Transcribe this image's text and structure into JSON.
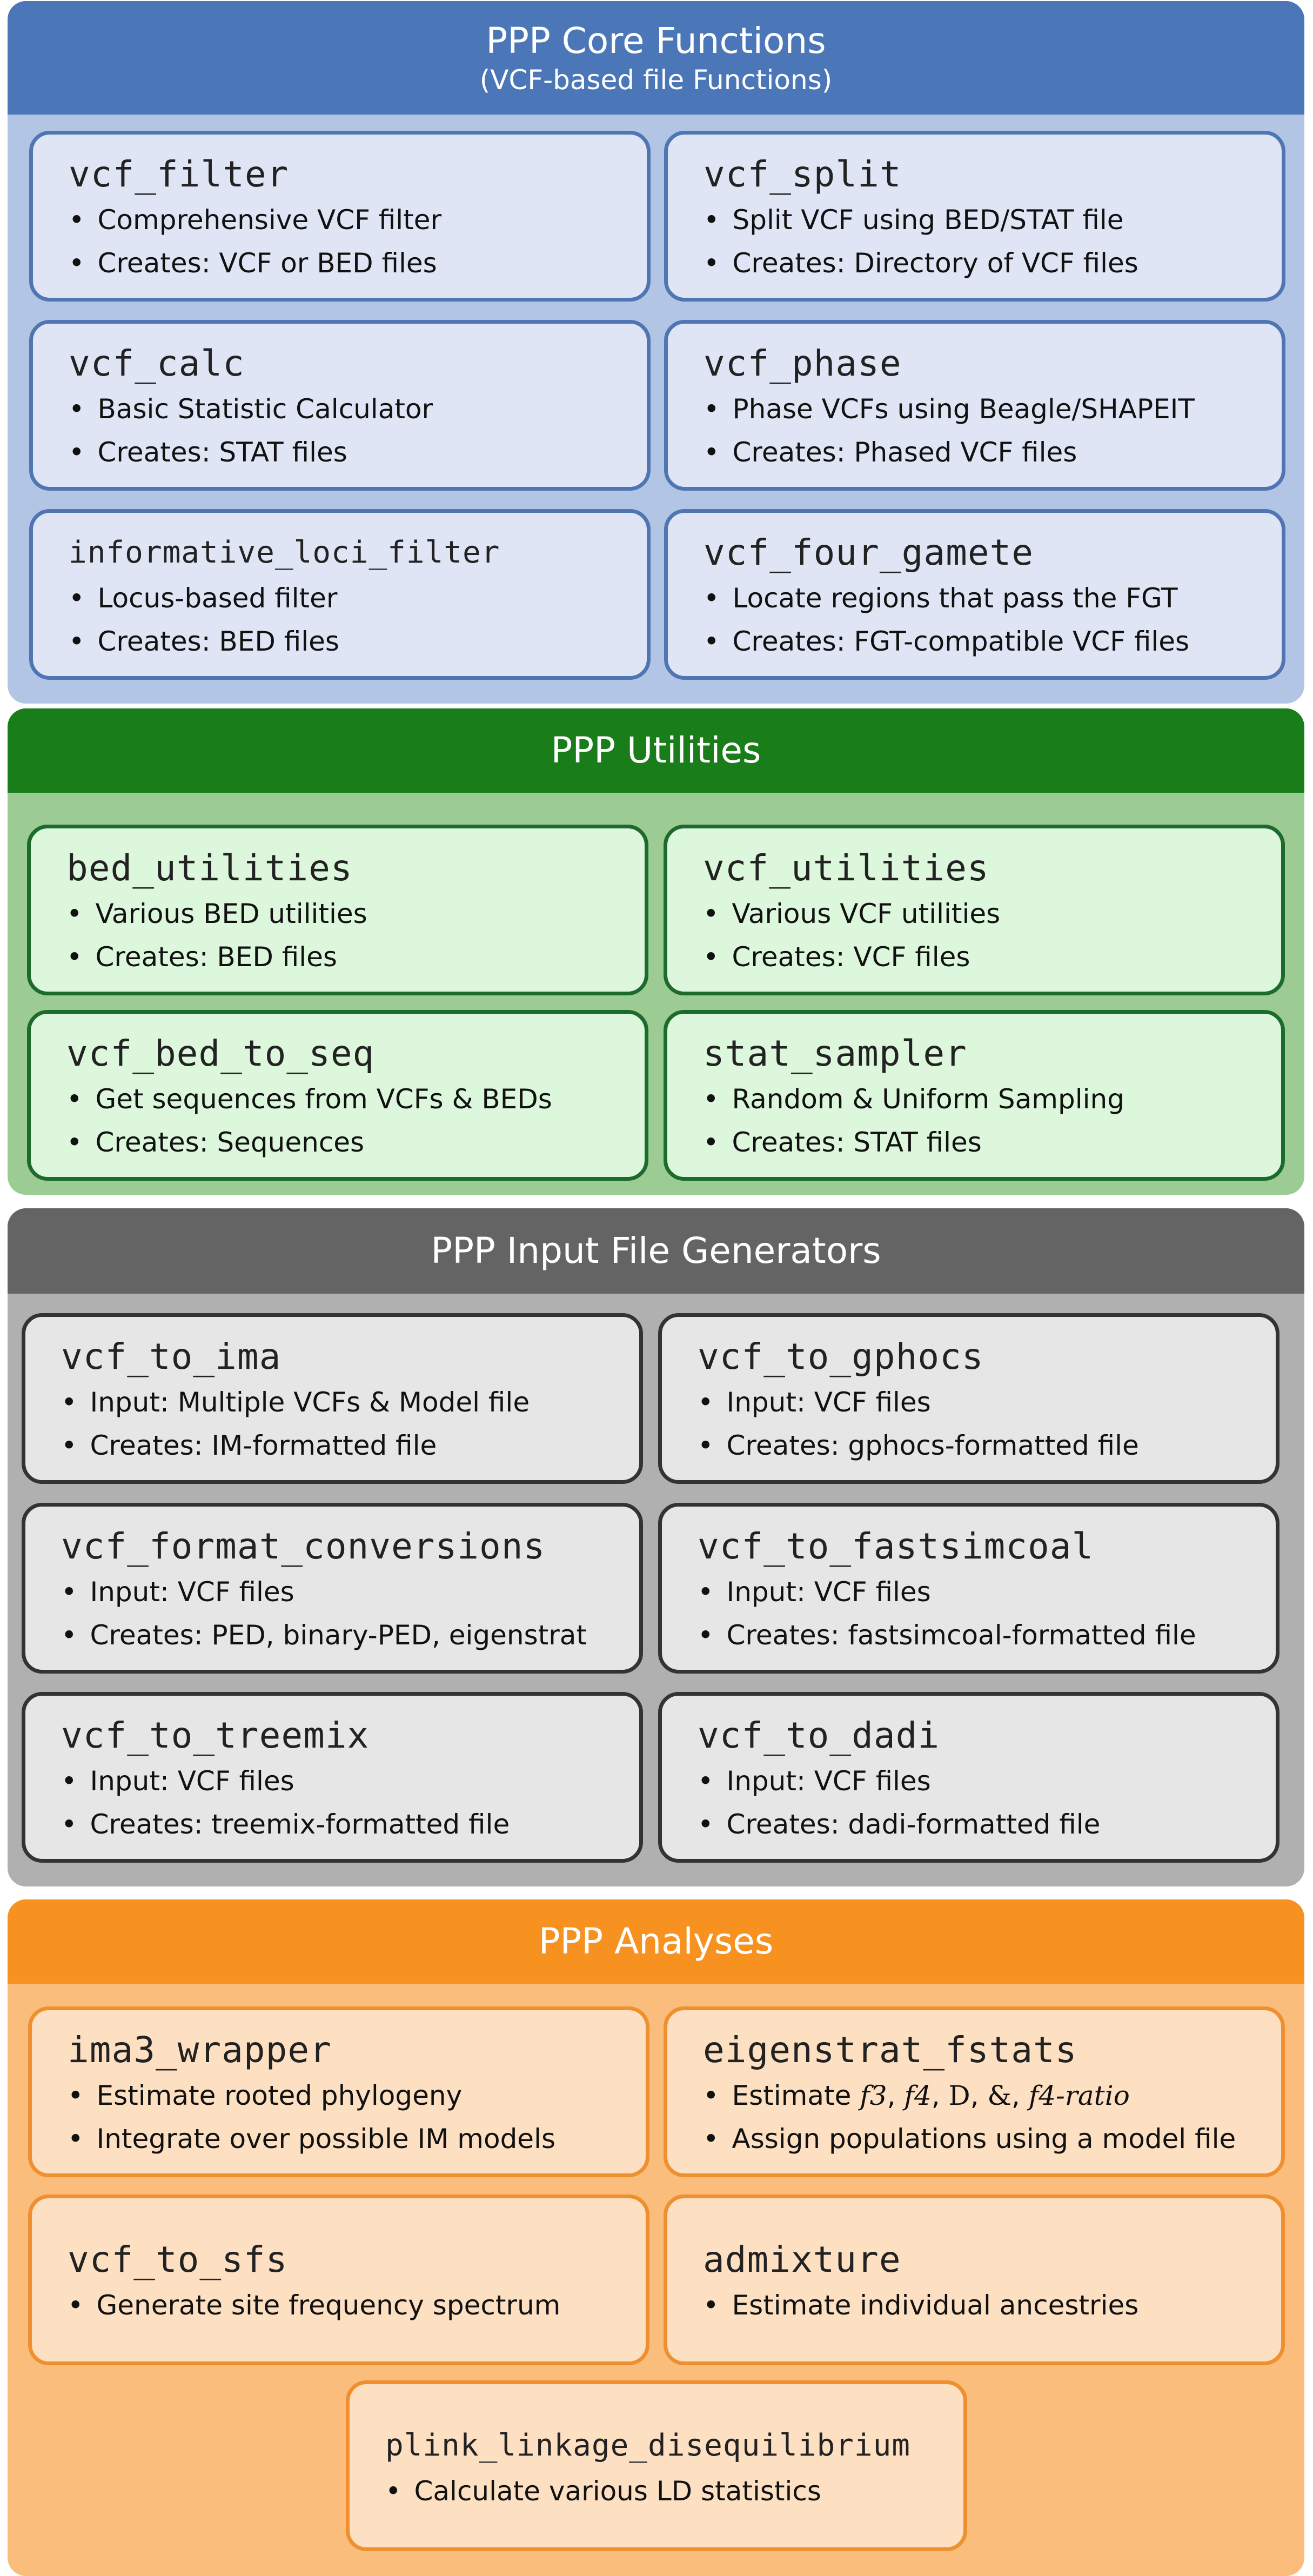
{
  "core": {
    "title": "PPP Core Functions",
    "subtitle": "(VCF-based file Functions)",
    "cards": [
      {
        "name": "vcf_filter",
        "lines": [
          "Comprehensive VCF filter",
          "Creates: VCF or BED files"
        ]
      },
      {
        "name": "vcf_split",
        "lines": [
          "Split VCF using BED/STAT file",
          "Creates: Directory of VCF files"
        ]
      },
      {
        "name": "vcf_calc",
        "lines": [
          "Basic Statistic Calculator",
          "Creates: STAT files"
        ]
      },
      {
        "name": "vcf_phase",
        "lines": [
          "Phase VCFs using Beagle/SHAPEIT",
          "Creates: Phased VCF files"
        ]
      },
      {
        "name": "informative_loci_filter",
        "lines": [
          "Locus-based filter",
          "Creates: BED files"
        ]
      },
      {
        "name": "vcf_four_gamete",
        "lines": [
          "Locate regions that pass the FGT",
          "Creates: FGT-compatible VCF files"
        ]
      }
    ]
  },
  "utilities": {
    "title": "PPP Utilities",
    "cards": [
      {
        "name": "bed_utilities",
        "lines": [
          "Various BED utilities",
          "Creates: BED files"
        ]
      },
      {
        "name": "vcf_utilities",
        "lines": [
          "Various VCF utilities",
          "Creates: VCF files"
        ]
      },
      {
        "name": "vcf_bed_to_seq",
        "lines": [
          "Get sequences from VCFs & BEDs",
          "Creates: Sequences"
        ]
      },
      {
        "name": "stat_sampler",
        "lines": [
          "Random & Uniform Sampling",
          "Creates: STAT files"
        ]
      }
    ]
  },
  "generators": {
    "title": "PPP Input File Generators",
    "cards": [
      {
        "name": "vcf_to_ima",
        "lines": [
          "Input: Multiple VCFs & Model file",
          "Creates: IM-formatted file"
        ]
      },
      {
        "name": "vcf_to_gphocs",
        "lines": [
          "Input: VCF files",
          "Creates: gphocs-formatted file"
        ]
      },
      {
        "name": "vcf_format_conversions",
        "lines": [
          "Input: VCF files",
          "Creates: PED, binary-PED, eigenstrat"
        ]
      },
      {
        "name": "vcf_to_fastsimcoal",
        "lines": [
          "Input: VCF files",
          "Creates: fastsimcoal-formatted file"
        ]
      },
      {
        "name": "vcf_to_treemix",
        "lines": [
          "Input: VCF files",
          "Creates: treemix-formatted file"
        ]
      },
      {
        "name": "vcf_to_dadi",
        "lines": [
          "Input: VCF files",
          "Creates: dadi-formatted file"
        ]
      }
    ]
  },
  "analyses": {
    "title": "PPP Analyses",
    "cards": [
      {
        "name": "ima3_wrapper",
        "lines": [
          "Estimate rooted phylogeny",
          "Integrate over possible IM models"
        ]
      },
      {
        "name": "eigenstrat_fstats",
        "lines": [
          "Estimate",
          "Assign populations using a model file"
        ],
        "stats": {
          "f3": "f3",
          "f4": "f4",
          "d": "D",
          "amp": "&",
          "ratio": "f4-ratio"
        }
      },
      {
        "name": "vcf_to_sfs",
        "lines": [
          "Generate site frequency spectrum"
        ]
      },
      {
        "name": "admixture",
        "lines": [
          "Estimate individual ancestries"
        ]
      },
      {
        "name": "plink_linkage_disequilibrium",
        "lines": [
          "Calculate various LD statistics"
        ]
      }
    ]
  }
}
